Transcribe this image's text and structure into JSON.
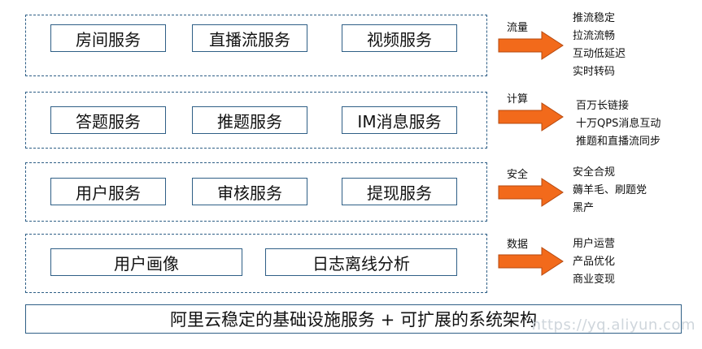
{
  "layers": [
    {
      "services": [
        "房间服务",
        "直播流服务",
        "视频服务"
      ],
      "category": "流量",
      "features": [
        "推流稳定",
        "拉流流畅",
        "互动低延迟",
        "实时转码"
      ]
    },
    {
      "services": [
        "答题服务",
        "推题服务",
        "IM消息服务"
      ],
      "category": "计算",
      "features": [
        "百万长链接",
        "十万QPS消息互动",
        "推题和直播流同步"
      ]
    },
    {
      "services": [
        "用户服务",
        "审核服务",
        "提现服务"
      ],
      "category": "安全",
      "features": [
        "安全合规",
        "薅羊毛、刷题党",
        "黑产"
      ]
    },
    {
      "services": [
        "用户画像",
        "日志离线分析"
      ],
      "category": "数据",
      "features": [
        "用户运营",
        "产品优化",
        "商业变现"
      ]
    }
  ],
  "foundation": "阿里云稳定的基础设施服务 + 可扩展的系统架构",
  "watermark": "https://yq.aliyun.com",
  "colors": {
    "border": "#2f5f86",
    "arrow": "#f26a1b",
    "arrow_stroke": "#b5480e"
  }
}
